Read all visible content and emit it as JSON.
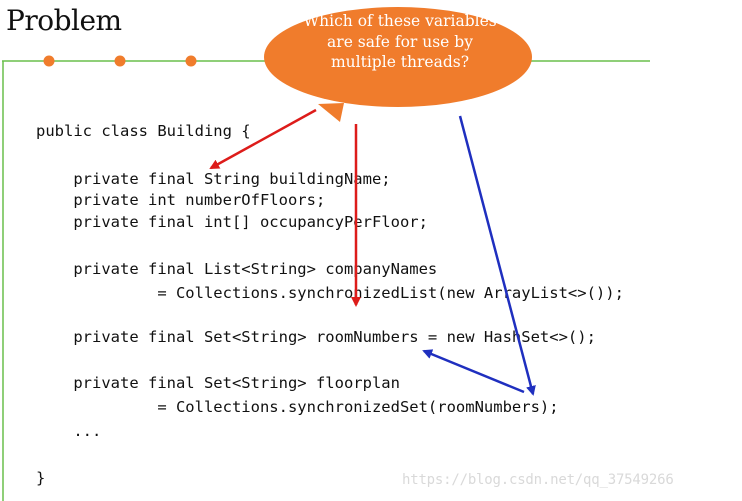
{
  "slide": {
    "title": "Problem",
    "callout": "Which of these variables are safe for use by multiple threads?",
    "code": [
      "public class Building {",
      "    private final String buildingName;",
      "    private int numberOfFloors;",
      "    private final int[] occupancyPerFloor;",
      "    private final List<String> companyNames",
      "             = Collections.synchronizedList(new ArrayList<>());",
      "    private final Set<String> roomNumbers = new HashSet<>();",
      "    private final Set<String> floorplan",
      "             = Collections.synchronizedSet(roomNumbers);",
      "    ...",
      "}"
    ],
    "watermark": "https://blog.csdn.net/qq_37549266"
  },
  "colors": {
    "accent_orange": "#f07c2c",
    "rule_green": "#6abf4b",
    "arrow_red": "#dd1c1a",
    "arrow_blue": "#1f2fbf"
  }
}
